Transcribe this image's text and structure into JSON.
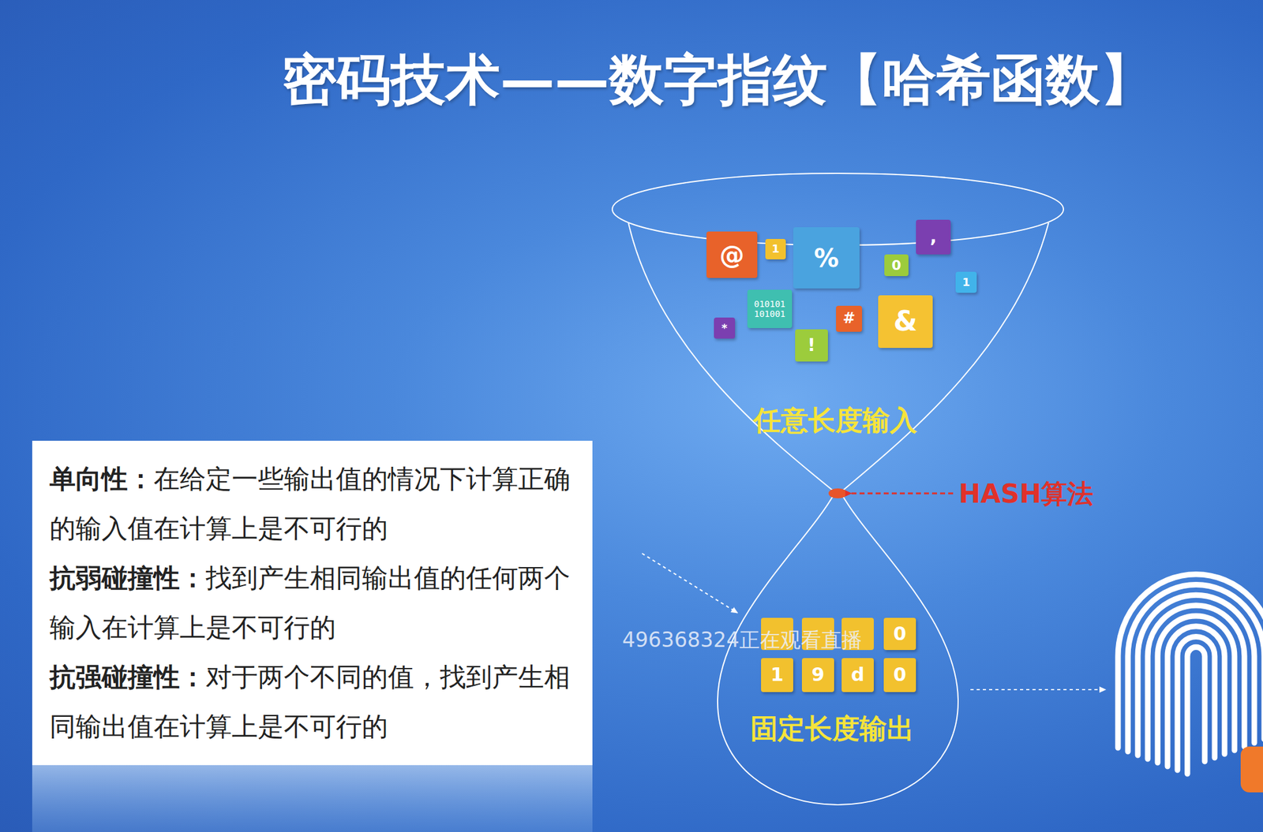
{
  "diagram": {
    "title": "密码技术——数字指纹【哈希函数】",
    "nodes": [
      {
        "text": [
          "单向性：",
          "在给定一些输出值的情况下计算正确的输入值在计算上是不可行的",
          "抗弱碰撞性：",
          "找到产生相同输出值的任何两个输入在计算上是不可行的",
          "抗强碰撞性：",
          "对于两个不同的值，找到产生相同输出值在计算上是不可行的"
        ]
      },
      {
        "text": [
          "任意长度输入"
        ]
      },
      {
        "text": [
          "@"
        ],
        "in": 1
      },
      {
        "text": [
          "1"
        ],
        "in": 1
      },
      {
        "text": [
          "%"
        ],
        "in": 1
      },
      {
        "text": [
          ","
        ],
        "in": 1
      },
      {
        "text": [
          "0"
        ],
        "in": 1
      },
      {
        "text": [
          "1"
        ],
        "in": 1
      },
      {
        "text": [
          "010101 101001"
        ],
        "in": 1
      },
      {
        "text": [
          "#"
        ],
        "in": 1
      },
      {
        "text": [
          "&"
        ],
        "in": 1
      },
      {
        "text": [
          "*"
        ],
        "in": 1
      },
      {
        "text": [
          "!"
        ],
        "in": 1
      },
      {
        "text": [
          "固定长度输出"
        ]
      },
      {
        "text": [
          "0"
        ],
        "in": 13
      },
      {
        "text": [
          "1"
        ],
        "in": 13
      },
      {
        "text": [
          "9"
        ],
        "in": 13
      },
      {
        "text": [
          "d"
        ],
        "in": 13
      },
      {
        "text": [
          "0"
        ],
        "in": 13
      }
    ],
    "labels": [
      "HASH算法",
      "496368324正在观看直播"
    ]
  }
}
